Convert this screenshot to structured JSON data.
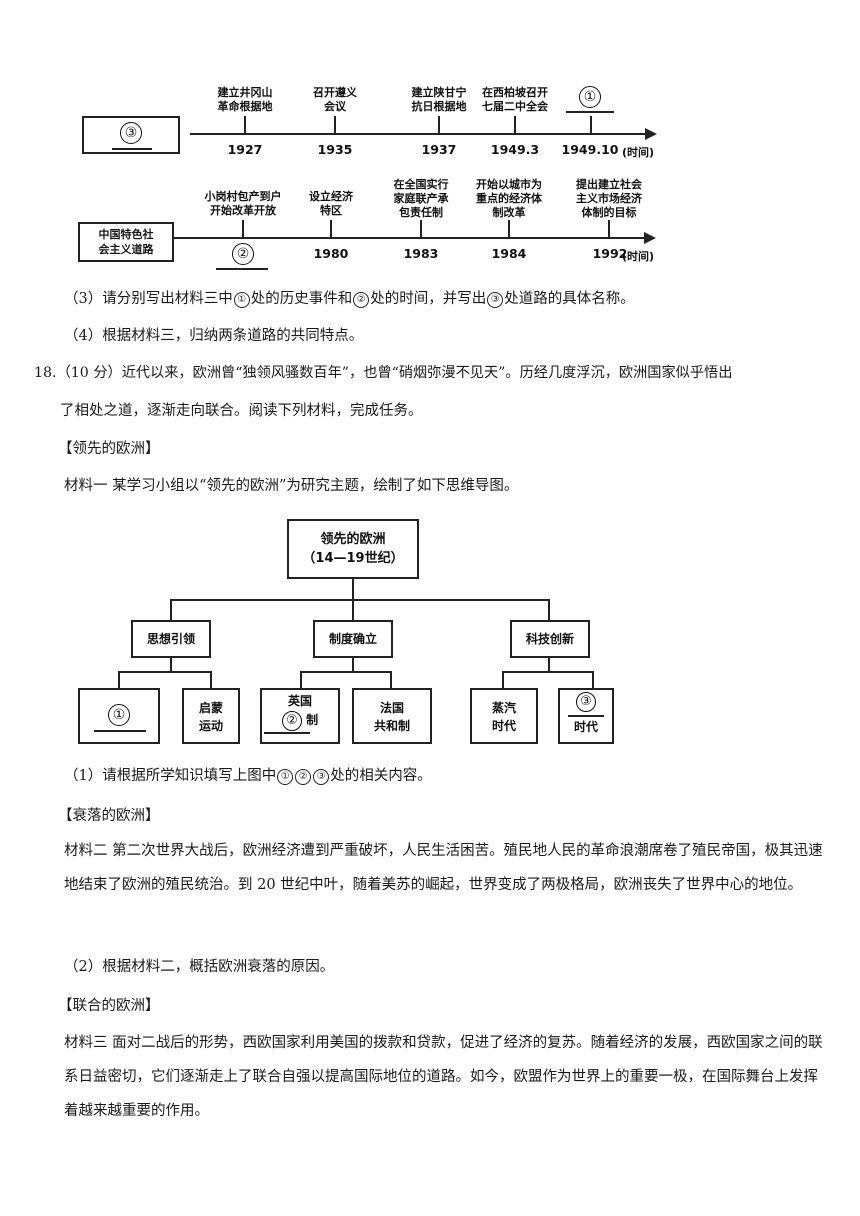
{
  "timeline1": {
    "box_marker": "③",
    "events": [
      {
        "label_l1": "建立井冈山",
        "label_l2": "革命根据地",
        "date": "1927"
      },
      {
        "label_l1": "召开遵义",
        "label_l2": "会议",
        "date": "1935"
      },
      {
        "label_l1": "建立陕甘宁",
        "label_l2": "抗日根据地",
        "date": "1937"
      },
      {
        "label_l1": "在西柏坡召开",
        "label_l2": "七届二中全会",
        "date": "1949.3"
      },
      {
        "marker": "①",
        "date": "1949.10"
      }
    ],
    "unit": "(时间)"
  },
  "timeline2": {
    "box_l1": "中国特色社",
    "box_l2": "会主义道路",
    "events": [
      {
        "label_l1": "小岗村包产到户",
        "label_l2": "开始改革开放",
        "marker": "②"
      },
      {
        "label_l1": "设立经济",
        "label_l2": "特区",
        "date": "1980"
      },
      {
        "label_l1": "在全国实行",
        "label_l2": "家庭联产承",
        "label_l3": "包责任制",
        "date": "1983"
      },
      {
        "label_l1": "开始以城市为",
        "label_l2": "重点的经济体",
        "label_l3": "制改革",
        "date": "1984"
      },
      {
        "label_l1": "提出建立社会",
        "label_l2": "主义市场经济",
        "label_l3": "体制的目标",
        "date": "1992"
      }
    ],
    "unit": "(时间)"
  },
  "questions": {
    "q3_a": "（3）请分别写出材料三中",
    "q3_m1": "①",
    "q3_b": "处的历史事件和",
    "q3_m2": "②",
    "q3_c": "处的时间，并写出",
    "q3_m3": "③",
    "q3_d": "处道路的具体名称。",
    "q4": "（4）根据材料三，归纳两条道路的共同特点。",
    "q18_l1": "18.（10 分）近代以来，欧洲曾“独领风骚数百年”，也曾“硝烟弥漫不见天”。历经几度浮沉，欧洲国家似乎悟出",
    "q18_l2": "了相处之道，逐渐走向联合。阅读下列材料，完成任务。",
    "sec1": "【领先的欧洲】",
    "mat1": "材料一  某学习小组以“领先的欧洲”为研究主题，绘制了如下思维导图。",
    "q1_a": "（1）请根据所学知识填写上图中",
    "q1_m1": "①",
    "q1_m2": "②",
    "q1_m3": "③",
    "q1_b": "处的相关内容。",
    "sec2": "【衰落的欧洲】",
    "mat2": "材料二  第二次世界大战后，欧洲经济遭到严重破坏，人民生活困苦。殖民地人民的革命浪潮席卷了殖民帝国，极其迅速地结束了欧洲的殖民统治。到 20 世纪中叶，随着美苏的崛起，世界变成了两极格局，欧洲丧失了世界中心的地位。",
    "q2": "（2）根据材料二，概括欧洲衰落的原因。",
    "sec3": "【联合的欧洲】",
    "mat3": "材料三  面对二战后的形势，西欧国家利用美国的拨款和贷款，促进了经济的复苏。随着经济的发展，西欧国家之间的联系日益密切，它们逐渐走上了联合自强以提高国际地位的道路。如今，欧盟作为世界上的重要一极，在国际舞台上发挥着越来越重要的作用。"
  },
  "mindmap": {
    "root_l1": "领先的欧洲",
    "root_l2": "（14—19世纪）",
    "cats": [
      "思想引领",
      "制度确立",
      "科技创新"
    ],
    "leaf1_marker": "①",
    "leaf2_l1": "启蒙",
    "leaf2_l2": "运动",
    "leaf3_top": "英国",
    "leaf3_marker": "②",
    "leaf3_suffix": "制",
    "leaf4_l1": "法国",
    "leaf4_l2": "共和制",
    "leaf5_l1": "蒸汽",
    "leaf5_l2": "时代",
    "leaf6_marker": "③",
    "leaf6_suffix": "时代"
  }
}
